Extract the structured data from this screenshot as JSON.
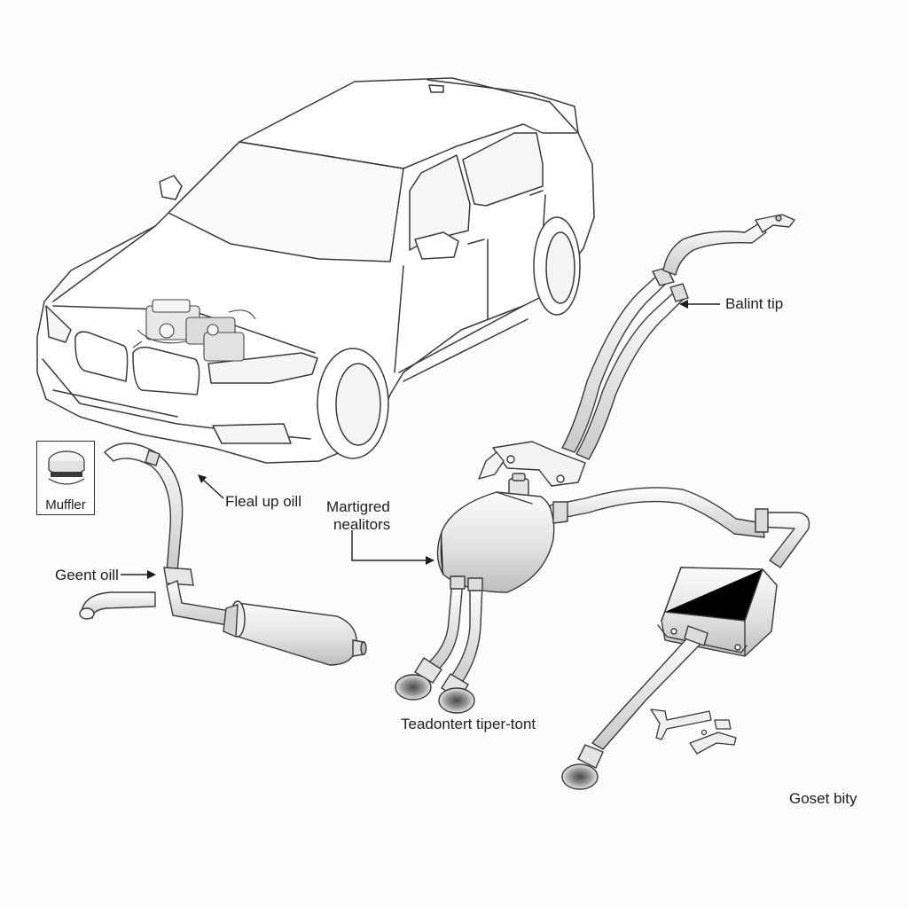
{
  "labels": {
    "balint_tip": "Balint tip",
    "fleal_up_oill": "Fleal up oill",
    "martigred_line1": "Martigred",
    "martigred_line2": "nealitors",
    "geent_oill": "Geent oill",
    "teadontert": "Teadontert tiper-tont",
    "goset_bity": "Goset bity",
    "muffler": "Muffler"
  },
  "colors": {
    "line": "#3a3a3a",
    "fill_light": "#f1f1f1",
    "fill_mid": "#d9d9d9",
    "background": "#fcfcfc"
  }
}
